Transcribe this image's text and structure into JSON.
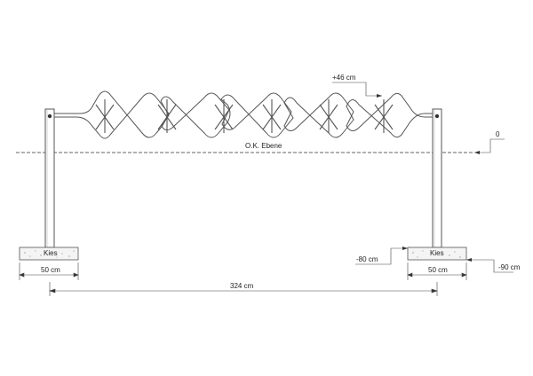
{
  "labels": {
    "plus_46": "+46 cm",
    "zero": "0",
    "ok_ebene": "O.K. Ebene",
    "kies_left": "Kies",
    "kies_right": "Kies",
    "minus_80": "-80 cm",
    "minus_90": "-90 cm",
    "width_50_left": "50 cm",
    "width_50_right": "50 cm",
    "span_324": "324 cm"
  },
  "colors": {
    "line": "#444444",
    "pipe": "#555555",
    "text": "#222222"
  }
}
